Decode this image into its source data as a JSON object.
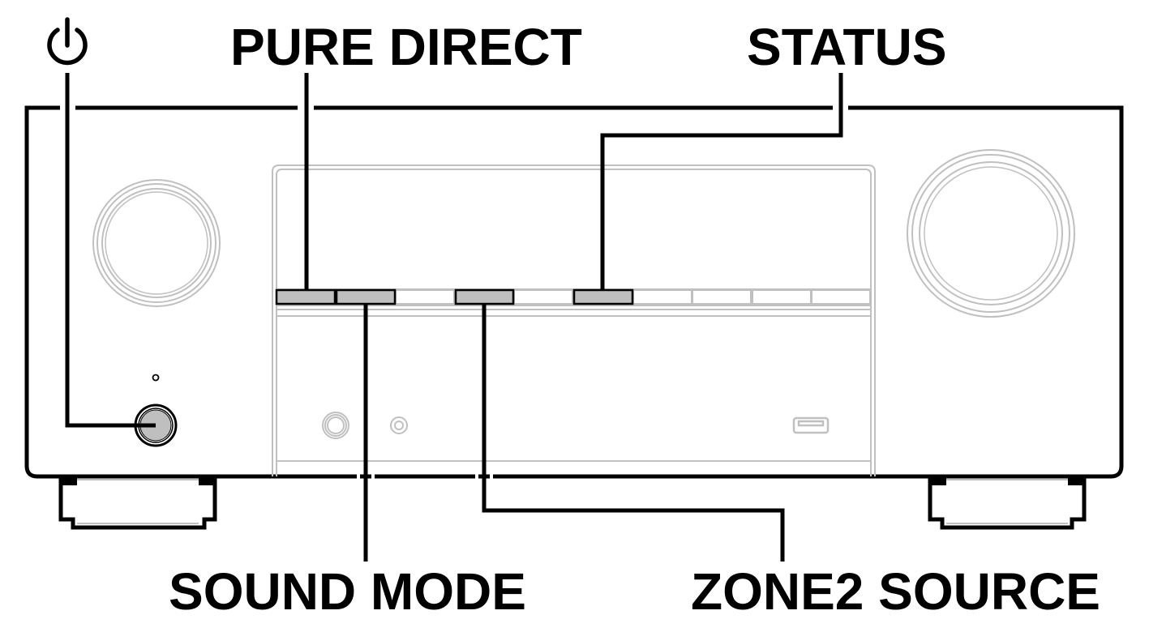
{
  "diagram": {
    "subject": "AV receiver front panel",
    "labels": {
      "power": "⏻",
      "pure_direct": "PURE DIRECT",
      "status": "STATUS",
      "sound_mode": "SOUND MODE",
      "zone2_source": "ZONE2 SOURCE"
    },
    "icons": {
      "power": "power-icon",
      "left_knob": "input-selector-knob",
      "right_knob": "master-volume-knob",
      "headphone_jack": "headphone-jack-icon",
      "setup_mic_jack": "mic-jack-icon",
      "usb_port": "usb-port-icon",
      "power_indicator": "indicator-led"
    },
    "button_row": {
      "count": 10,
      "highlighted": [
        "PURE DIRECT",
        "SOUND MODE",
        "ZONE2 SOURCE",
        "STATUS"
      ]
    },
    "colors": {
      "outline": "#000000",
      "detail": "#c0c0c0",
      "highlight_fill": "#bfbfbf",
      "background": "#ffffff"
    }
  }
}
